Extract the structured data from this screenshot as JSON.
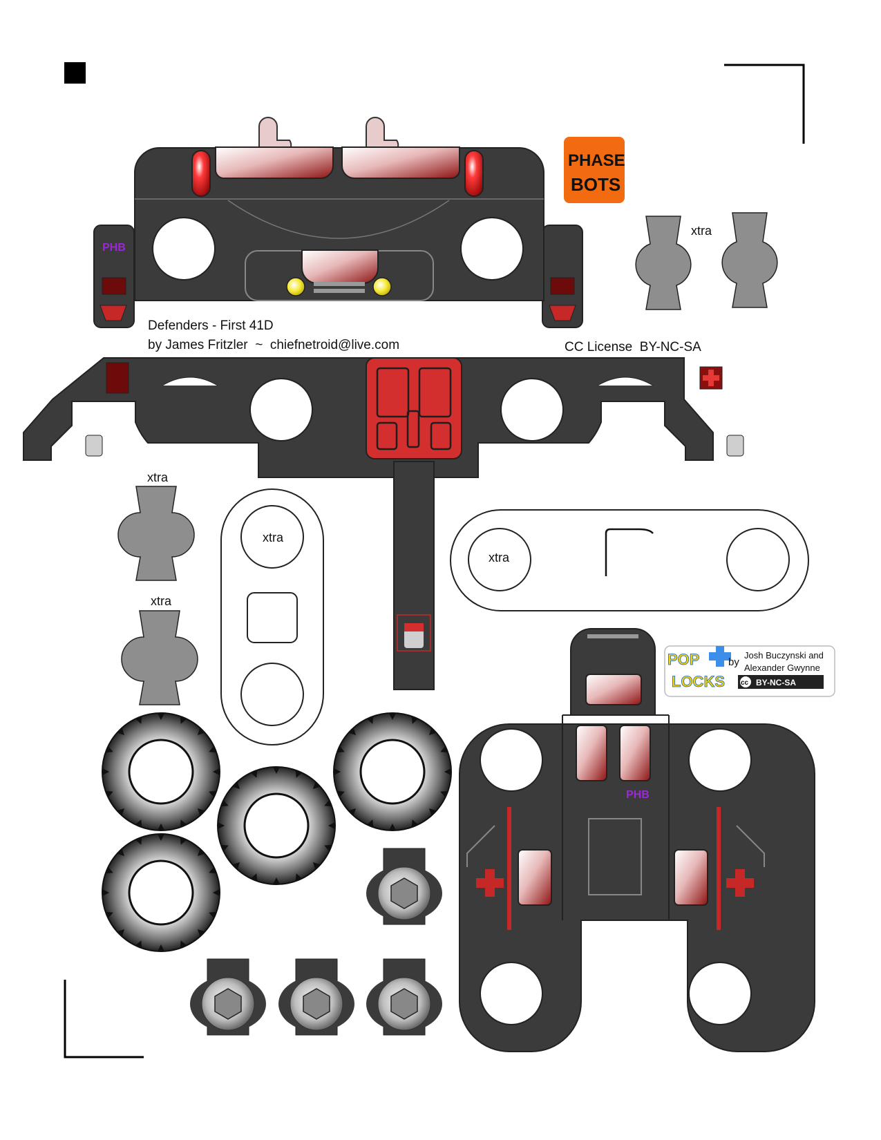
{
  "sheet": {
    "title": "Defenders - First 41D",
    "author_line": "by James Fritzler  ~  chiefnetroid@live.com",
    "license": "CC License  BY-NC-SA",
    "extra_label": "xtra"
  },
  "logos": {
    "phasebots": {
      "line1": "PHASE",
      "line2": "BOTS"
    },
    "poplocks": {
      "word1": "POP",
      "word2": "LOCKS",
      "by": "by",
      "credit1": "Josh Buczynski and",
      "credit2": "Alexander Gwynne",
      "cc": "cc",
      "license": "BY-NC-SA"
    },
    "ph_mark": "PHB"
  },
  "icons": [
    "corner-crop-mark",
    "registration-square",
    "hex-bolt-icon",
    "cross-icon",
    "tire-tread"
  ],
  "colors": {
    "body": "#3b3b3b",
    "red_light": "#c62828",
    "dark_red": "#6d0b0b",
    "lock_gray": "#8e8e8e",
    "yellow_light": "#f6ea3a",
    "phasebots_orange": "#f26b11",
    "purple_mark": "#9c27d9"
  }
}
